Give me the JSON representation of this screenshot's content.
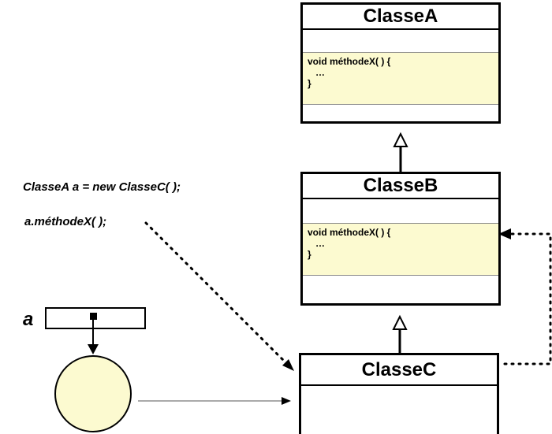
{
  "classes": {
    "a": {
      "name": "ClasseA",
      "method_signature": "void méthodeX( ) {",
      "method_body": "…",
      "method_close": "}"
    },
    "b": {
      "name": "ClasseB",
      "method_signature": "void méthodeX( ) {",
      "method_body": "…",
      "method_close": "}"
    },
    "c": {
      "name": "ClasseC"
    }
  },
  "code": {
    "line1": "ClasseA a = new ClasseC( );",
    "line2": "a.méthodeX( );"
  },
  "variable": {
    "name": "a"
  },
  "colors": {
    "method_fill": "#fcfad0",
    "object_fill": "#fcfad0",
    "stroke": "#000000"
  }
}
